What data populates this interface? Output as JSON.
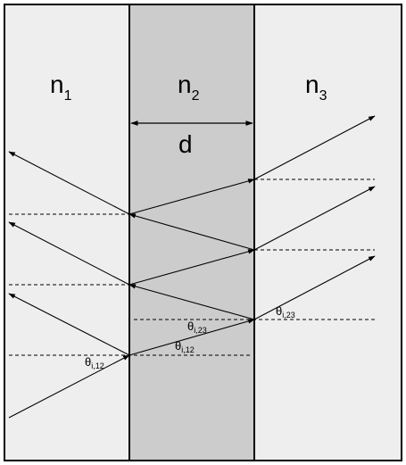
{
  "layers": [
    {
      "symbol": "n",
      "subscript": "1",
      "fill": "#eeeeee"
    },
    {
      "symbol": "n",
      "subscript": "2",
      "fill": "#cccccc"
    },
    {
      "symbol": "n",
      "subscript": "3",
      "fill": "#eeeeee"
    }
  ],
  "thickness_label": "d",
  "angle_labels": [
    {
      "symbol": "θ",
      "subscript": "i,12"
    },
    {
      "symbol": "θ",
      "subscript": "i,23"
    },
    {
      "symbol": "θ",
      "subscript": "i,12"
    },
    {
      "symbol": "θ",
      "subscript": "i,23"
    }
  ],
  "colors": {
    "line": "#000000",
    "border": "#000000"
  }
}
